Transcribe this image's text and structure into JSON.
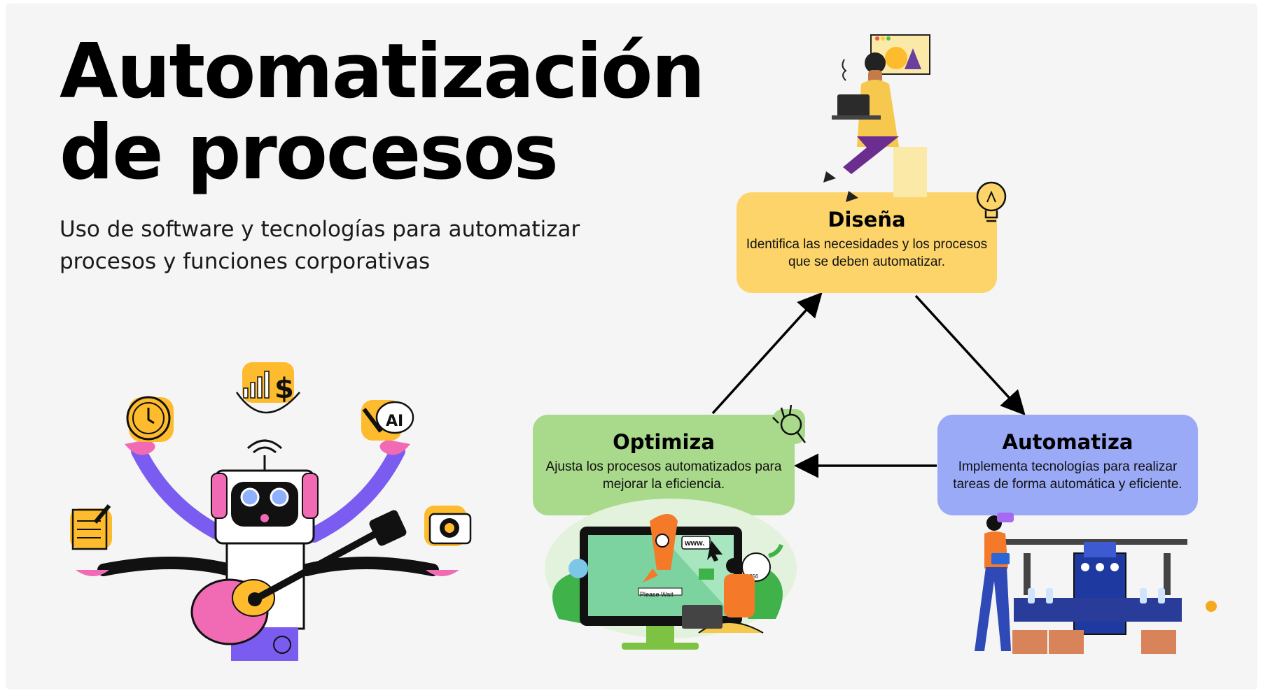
{
  "header": {
    "title_line1": "Automatización",
    "title_line2": "de procesos",
    "subtitle": "Uso de software y tecnologías para automatizar procesos y funciones corporativas"
  },
  "cycle": {
    "disena": {
      "title": "Diseña",
      "description": "Identifica las necesidades y los procesos que se deben automatizar.",
      "color": "#fdd46a",
      "icon": "lightbulb-icon"
    },
    "automatiza": {
      "title": "Automatiza",
      "description": "Implementa tecnologías para realizar tareas de forma automática y eficiente.",
      "color": "#9aaaf7",
      "icon": "factory-illustration"
    },
    "optimiza": {
      "title": "Optimiza",
      "description": "Ajusta los procesos automatizados para mejorar la eficiencia.",
      "color": "#a9d98a",
      "icon": "ok-hand-icon"
    }
  },
  "illustrations": {
    "laptop_screen_text": "Please Wait",
    "browser_label": "www.",
    "gauge_label": "256",
    "ai_badge": "AI",
    "price_symbol": "$"
  },
  "colors": {
    "background": "#f5f5f5",
    "robot_arms": "#7b5cf0",
    "robot_accent": "#f06ab4",
    "badge_yellow": "#fdbb2d"
  }
}
